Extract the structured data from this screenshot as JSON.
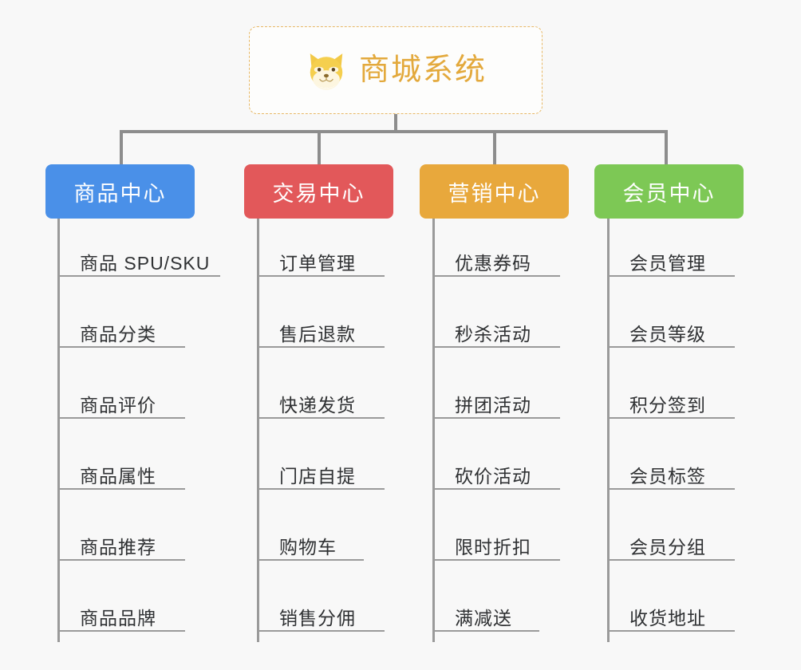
{
  "page": {
    "background_color": "#f8f8f8",
    "diagram_type": "org-chart-mindmap"
  },
  "root": {
    "title": "商城系统",
    "icon": "shiba-dog-emoji",
    "title_color": "#e3a93c",
    "border_color": "#e7b866",
    "background_color": "#fdfdfc"
  },
  "connector": {
    "color": "#8d8d8d"
  },
  "branches": [
    {
      "label": "商品中心",
      "color": "#4a90e8",
      "items": [
        "商品 SPU/SKU",
        "商品分类",
        "商品评价",
        "商品属性",
        "商品推荐",
        "商品品牌"
      ]
    },
    {
      "label": "交易中心",
      "color": "#e2585a",
      "items": [
        "订单管理",
        "售后退款",
        "快递发货",
        "门店自提",
        "购物车",
        "销售分佣"
      ]
    },
    {
      "label": "营销中心",
      "color": "#e8a83c",
      "items": [
        "优惠券码",
        "秒杀活动",
        "拼团活动",
        "砍价活动",
        "限时折扣",
        "满减送"
      ]
    },
    {
      "label": "会员中心",
      "color": "#7dc855",
      "items": [
        "会员管理",
        "会员等级",
        "积分签到",
        "会员标签",
        "会员分组",
        "收货地址"
      ]
    }
  ]
}
